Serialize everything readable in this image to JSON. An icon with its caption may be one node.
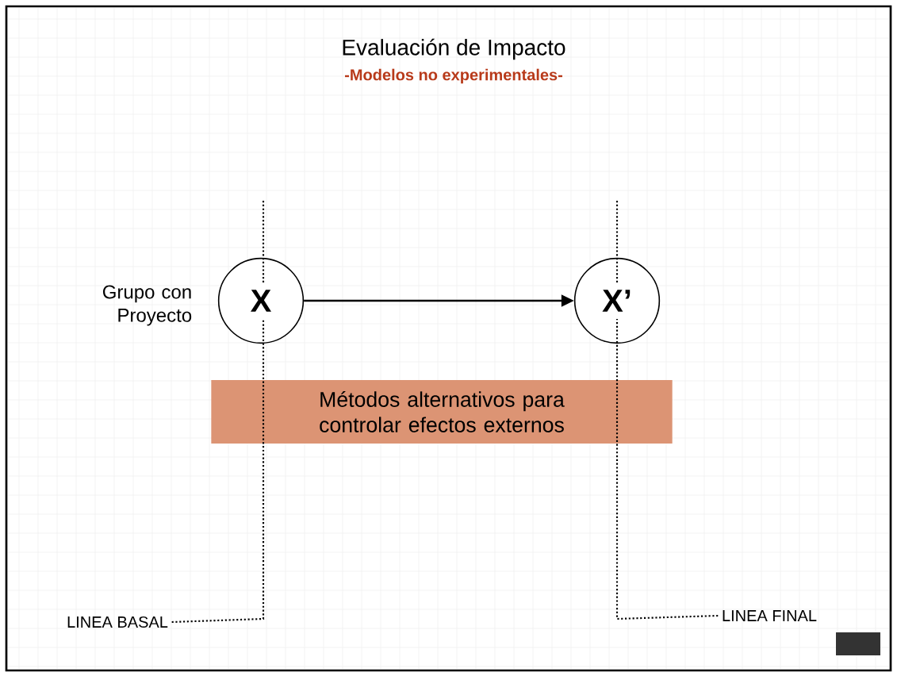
{
  "diagram": {
    "title": "Evaluación de Impacto",
    "nodes": [
      {
        "text": [
          "X"
        ],
        "beside": [
          "Grupo con Proyecto"
        ]
      },
      {
        "text": [
          "X’"
        ]
      },
      {
        "text": [
          "Métodos alternativos para controlar efectos externos"
        ]
      },
      {
        "text": [
          "LINEA BASAL"
        ]
      },
      {
        "text": [
          "LINEA FINAL"
        ]
      }
    ],
    "edges": [
      {
        "from": 0,
        "to": 1,
        "arrow": "to"
      },
      {
        "from": 3,
        "to": null,
        "arrow": "none",
        "style": "dashed"
      },
      {
        "from": 4,
        "to": null,
        "arrow": "none",
        "style": "dashed"
      }
    ],
    "labels": [
      "-Modelos no experimentales-"
    ]
  }
}
